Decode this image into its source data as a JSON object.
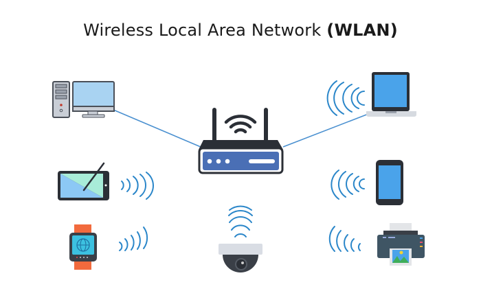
{
  "title": {
    "text": "Wireless Local Area Network ",
    "emphasis": "(WLAN)"
  },
  "nodes": [
    {
      "icon": "router-icon",
      "connection": "hub"
    },
    {
      "icon": "desktop-computer-icon",
      "connection": "wired"
    },
    {
      "icon": "laptop-icon",
      "connection": "wireless"
    },
    {
      "icon": "tablet-icon",
      "connection": "wireless"
    },
    {
      "icon": "smartphone-icon",
      "connection": "wireless"
    },
    {
      "icon": "smartwatch-icon",
      "connection": "wireless"
    },
    {
      "icon": "security-camera-icon",
      "connection": "wireless"
    },
    {
      "icon": "printer-icon",
      "connection": "wireless"
    }
  ],
  "colors": {
    "wire": "#4a90d0",
    "wave": "#2a86c9",
    "router_panel": "#4a6fb5",
    "ink": "#2b2f36"
  }
}
